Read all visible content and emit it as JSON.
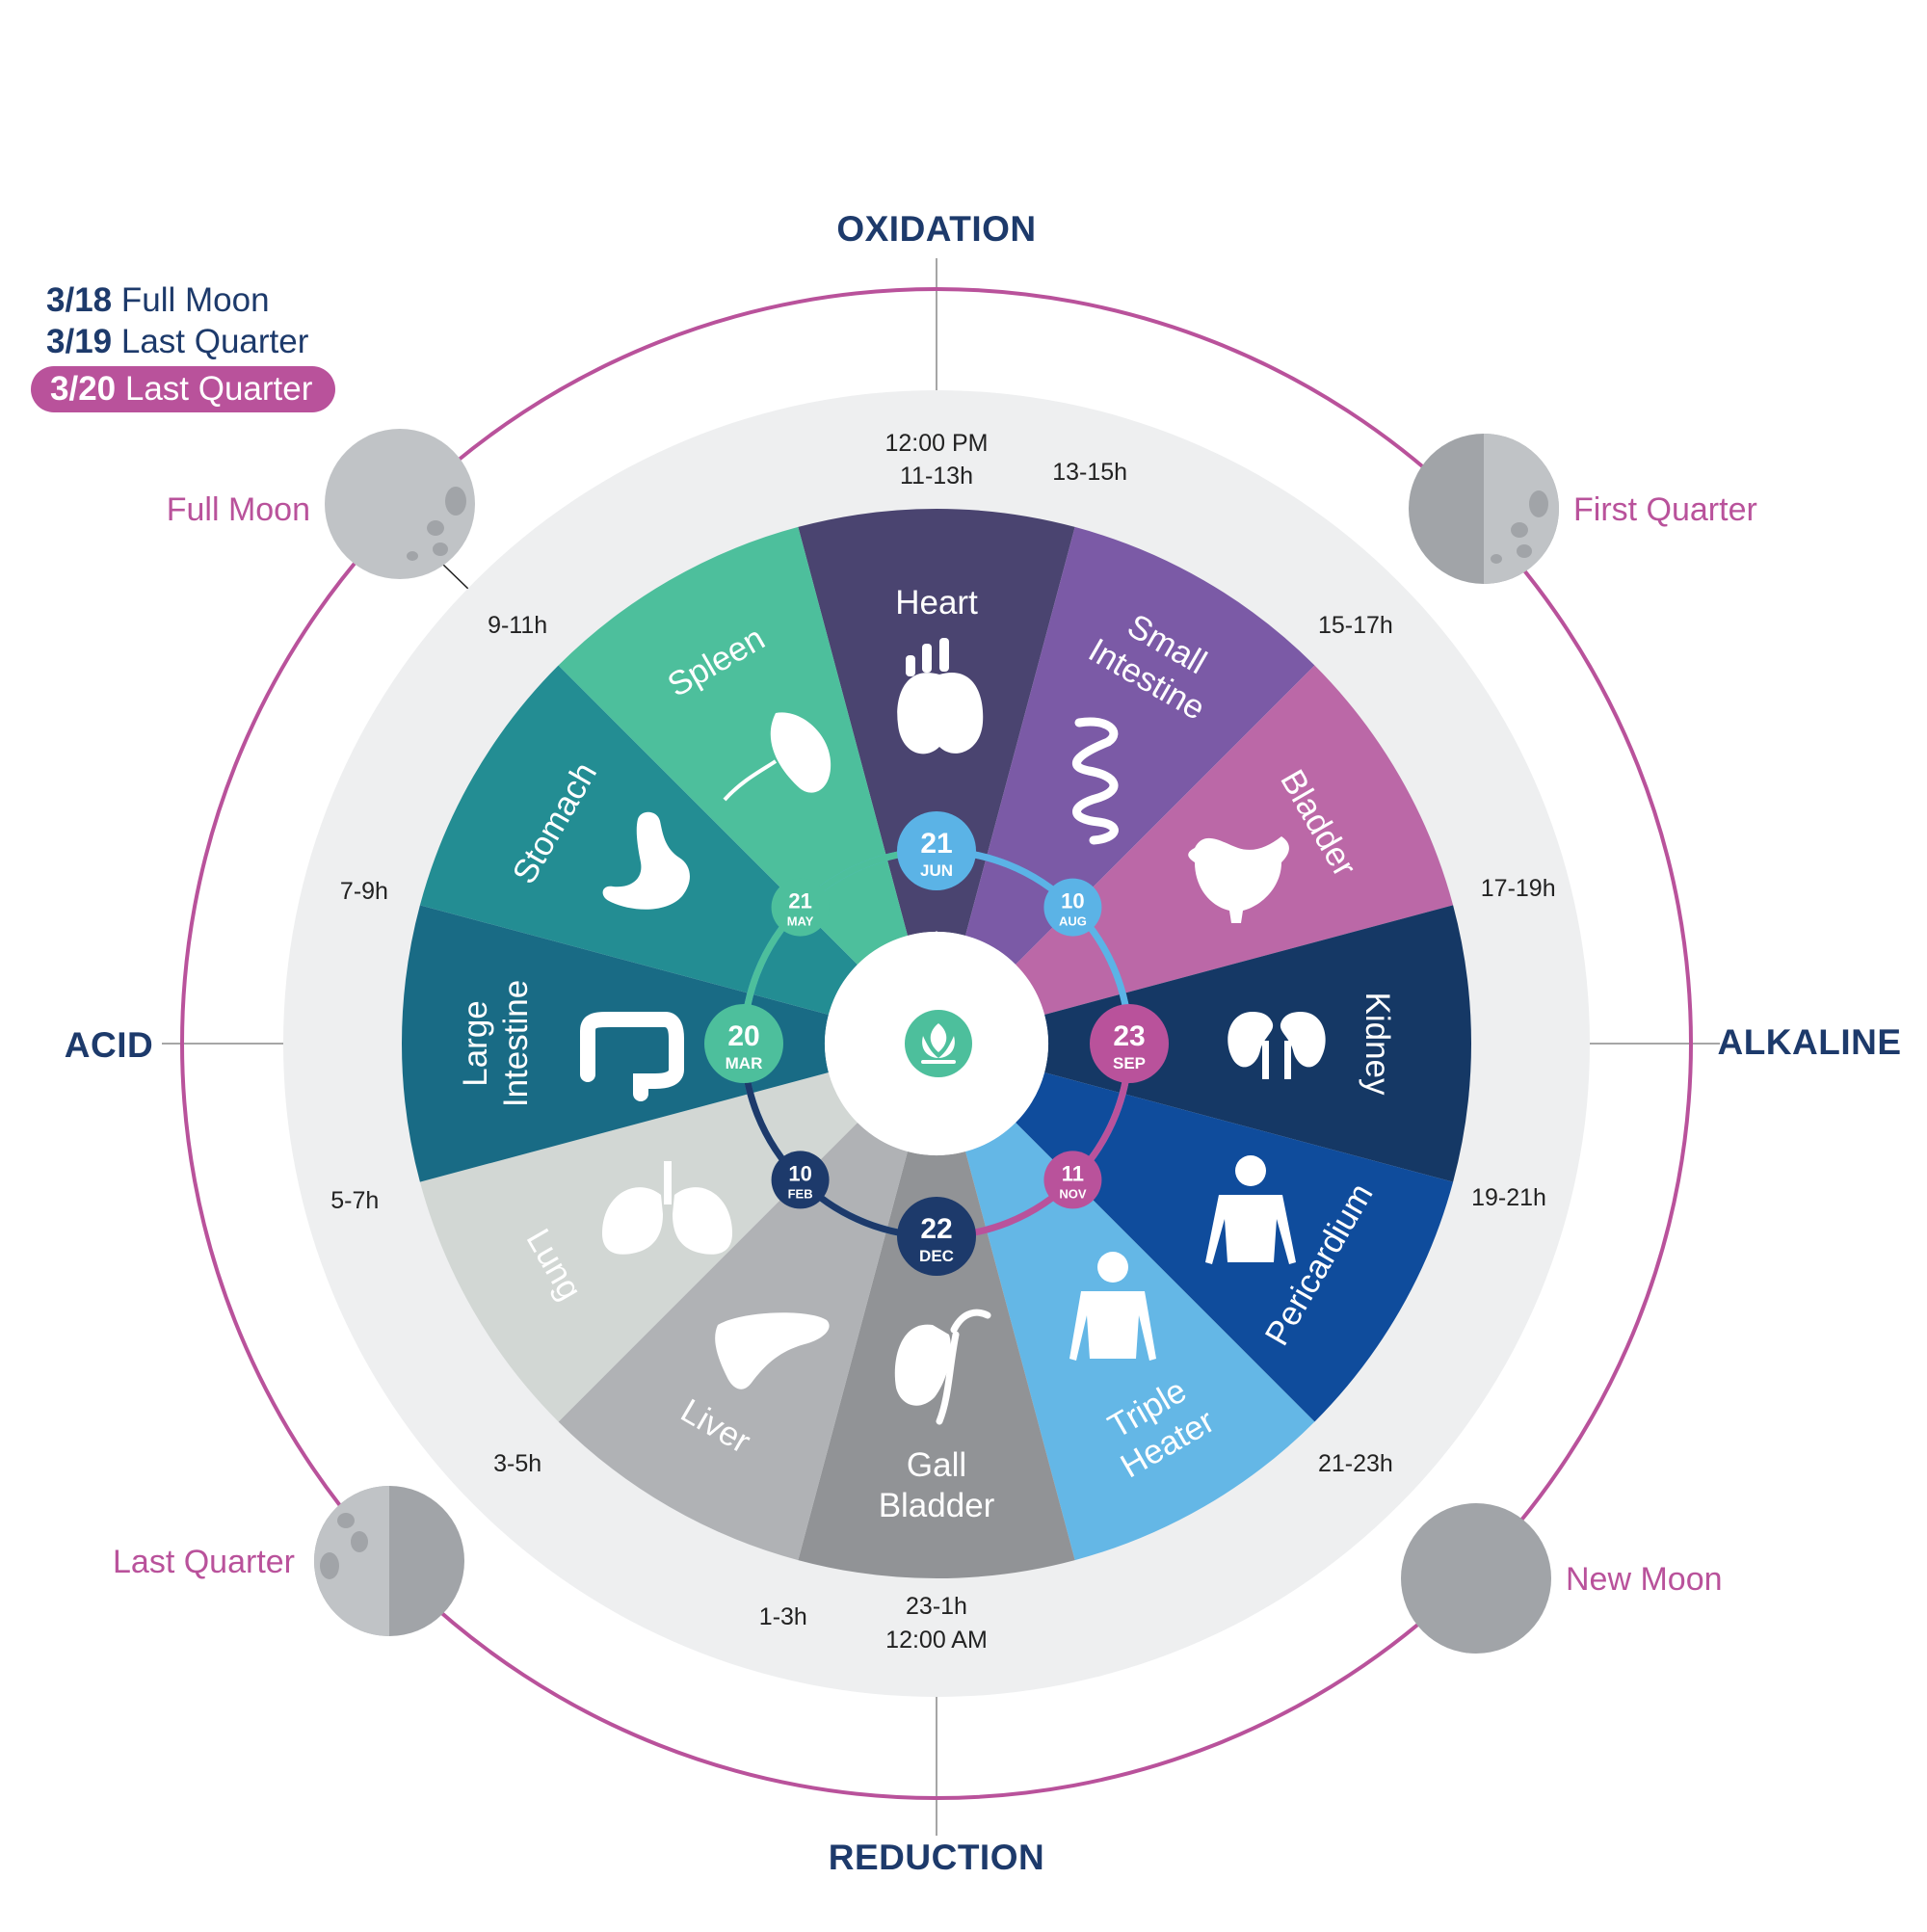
{
  "legend": {
    "rows": [
      {
        "date": "3/18",
        "phase": "Full Moon"
      },
      {
        "date": "3/19",
        "phase": "Last Quarter"
      },
      {
        "date": "3/20",
        "phase": "Last Quarter"
      }
    ],
    "active_index": 2
  },
  "axes": {
    "top": "OXIDATION",
    "bottom": "REDUCTION",
    "left": "ACID",
    "right": "ALKALINE"
  },
  "moons": {
    "full": "Full Moon",
    "first_quarter": "First Quarter",
    "last_quarter": "Last Quarter",
    "new": "New Moon"
  },
  "noon": {
    "time": "12:00 PM",
    "range": "11-13h"
  },
  "midnight": {
    "range": "23-1h",
    "time": "12:00 AM"
  },
  "segments": [
    {
      "name": "Heart",
      "hours": "11-13h",
      "color": "#4a4470",
      "icon": "heart-icon"
    },
    {
      "name": "Small Intestine",
      "hours": "13-15h",
      "color": "#7b5aa6",
      "icon": "small-intestine-icon"
    },
    {
      "name": "Bladder",
      "hours": "15-17h",
      "color": "#bb68a7",
      "icon": "bladder-icon"
    },
    {
      "name": "Kidney",
      "hours": "17-19h",
      "color": "#153865",
      "icon": "kidney-icon"
    },
    {
      "name": "Pericardium",
      "hours": "19-21h",
      "color": "#0f4c9c",
      "icon": "body-front-icon"
    },
    {
      "name": "Triple Heater",
      "hours": "21-23h",
      "color": "#64b7e6",
      "icon": "body-back-icon"
    },
    {
      "name": "Gall Bladder",
      "hours": "23-1h",
      "color": "#919396",
      "icon": "gallbladder-icon"
    },
    {
      "name": "Liver",
      "hours": "1-3h",
      "color": "#b0b2b5",
      "icon": "liver-icon"
    },
    {
      "name": "Lung",
      "hours": "3-5h",
      "color": "#d2d7d4",
      "icon": "lungs-icon"
    },
    {
      "name": "Large Intestine",
      "hours": "5-7h",
      "color": "#196b85",
      "icon": "large-intestine-icon"
    },
    {
      "name": "Stomach",
      "hours": "7-9h",
      "color": "#238d93",
      "icon": "stomach-icon"
    },
    {
      "name": "Spleen",
      "hours": "9-11h",
      "color": "#4dbf9c",
      "icon": "spleen-icon"
    }
  ],
  "dates": [
    {
      "day": "21",
      "month": "JUN",
      "color": "#5bb3e6",
      "size": "large"
    },
    {
      "day": "10",
      "month": "AUG",
      "color": "#5bb3e6",
      "size": "small"
    },
    {
      "day": "23",
      "month": "SEP",
      "color": "#b9529b",
      "size": "large"
    },
    {
      "day": "11",
      "month": "NOV",
      "color": "#b9529b",
      "size": "small"
    },
    {
      "day": "22",
      "month": "DEC",
      "color": "#1d3a6b",
      "size": "large"
    },
    {
      "day": "10",
      "month": "FEB",
      "color": "#1d3a6b",
      "size": "small"
    },
    {
      "day": "20",
      "month": "MAR",
      "color": "#4dbf9c",
      "size": "large"
    },
    {
      "day": "21",
      "month": "MAY",
      "color": "#4dbf9c",
      "size": "small"
    }
  ],
  "center_icon": "lotus-icon",
  "colors": {
    "outer_ring": "#b9529b",
    "background_ring": "#eeeff0",
    "navy": "#1d3a6b",
    "moon_light": "#c0c3c6",
    "moon_dark": "#a1a4a8"
  }
}
